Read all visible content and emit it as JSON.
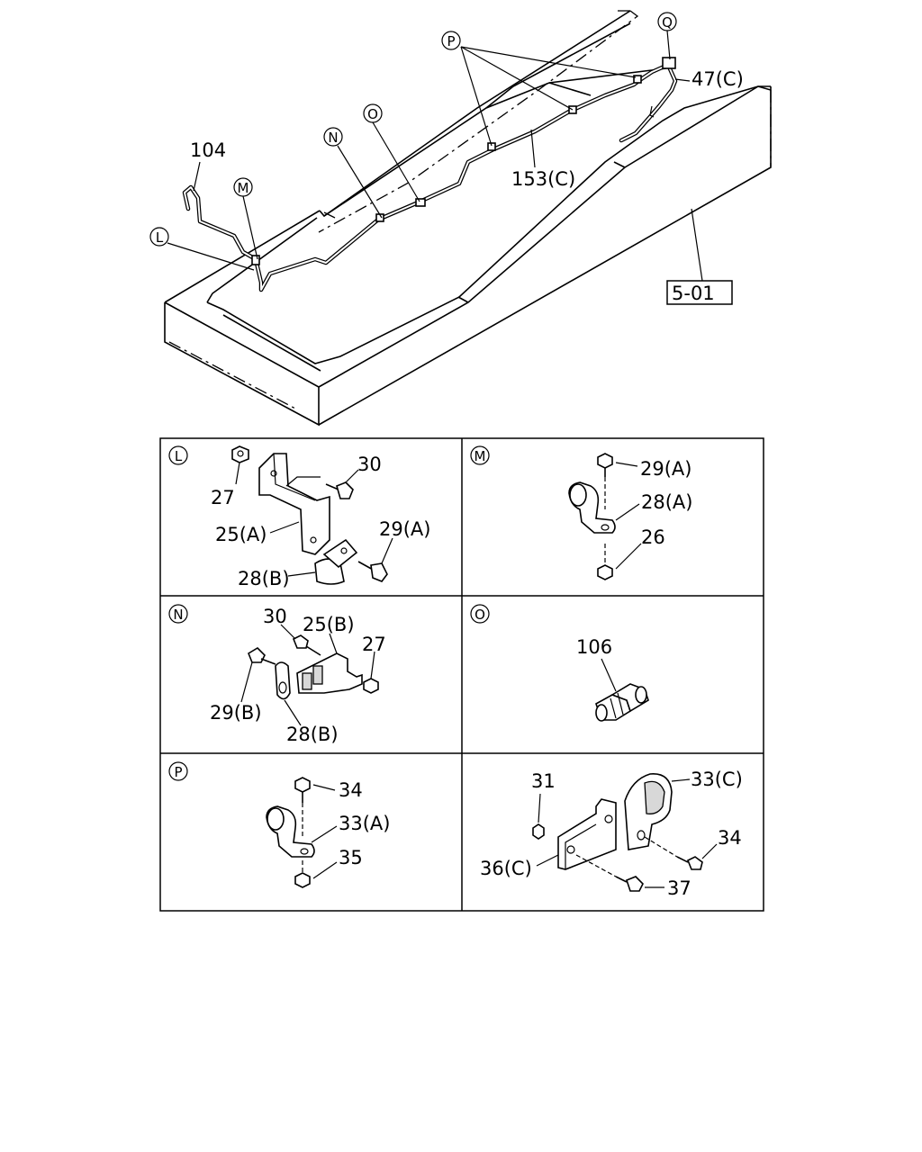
{
  "callouts": {
    "main": {
      "p104": "104",
      "p47c": "47(C)",
      "p153c": "153(C)",
      "ref": "5-01",
      "L": "L",
      "M": "M",
      "N": "N",
      "O": "O",
      "P": "P",
      "Q": "Q"
    },
    "panel_l": {
      "title": "L",
      "p27": "27",
      "p30": "30",
      "p25a": "25(A)",
      "p29a": "29(A)",
      "p28b": "28(B)"
    },
    "panel_m": {
      "title": "M",
      "p29a": "29(A)",
      "p28a": "28(A)",
      "p26": "26"
    },
    "panel_n": {
      "title": "N",
      "p30": "30",
      "p25b": "25(B)",
      "p27": "27",
      "p29b": "29(B)",
      "p28b": "28(B)"
    },
    "panel_o": {
      "title": "O",
      "p106": "106"
    },
    "panel_p": {
      "title": "P",
      "p34": "34",
      "p33a": "33(A)",
      "p35": "35"
    },
    "panel_q": {
      "p31": "31",
      "p33c": "33(C)",
      "p34": "34",
      "p36c": "36(C)",
      "p37": "37"
    }
  }
}
